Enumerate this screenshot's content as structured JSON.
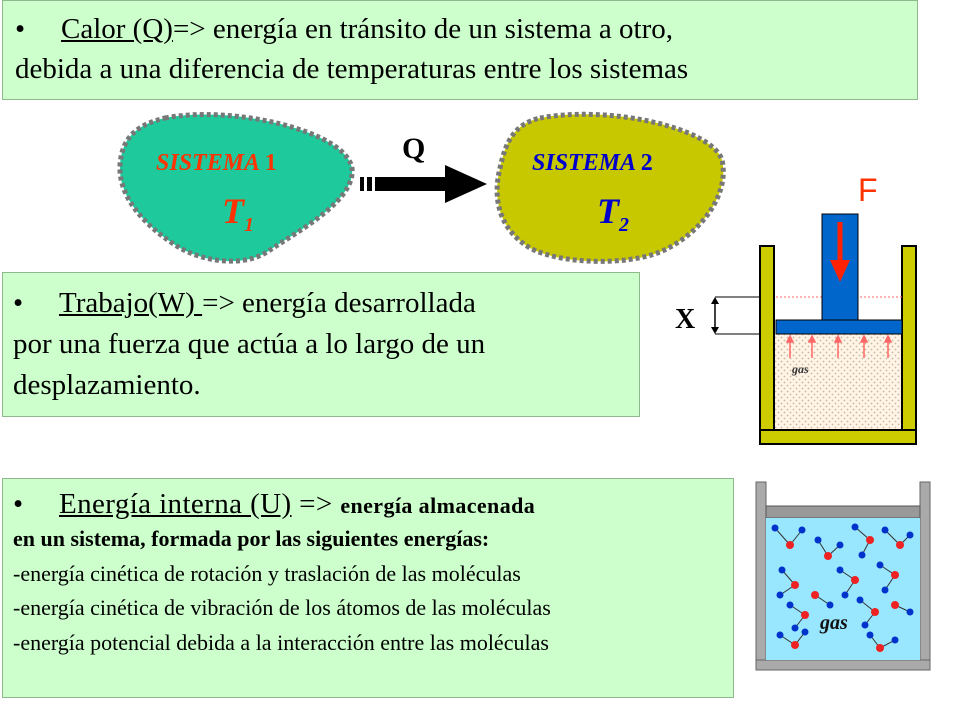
{
  "calor": {
    "bullet": "•",
    "term": "Calor (Q)",
    "rest": "=> energía en tránsito de un sistema a otro,",
    "line2": "debida a una diferencia de temperaturas entre los sistemas"
  },
  "diagram": {
    "sistema1_label": "SISTEMA",
    "sistema1_num": "1",
    "sistema1_temp": "T",
    "sistema1_sub": "1",
    "sistema2_label": "SISTEMA",
    "sistema2_num": "2",
    "sistema2_temp": "T",
    "sistema2_sub": "2",
    "q_label": "Q",
    "force_label": "F",
    "x_label": "X",
    "gas_label_piston": "gas",
    "gas_label_box": "gas",
    "colors": {
      "sistema1": "#1ec99c",
      "sistema2": "#c8c800",
      "label_red": "#ff3300",
      "piston_yellow": "#cccc00",
      "piston_blue": "#0066cc",
      "gas_blue": "#99e6ff"
    }
  },
  "trabajo": {
    "bullet": "•",
    "term": "Trabajo(W) ",
    "rest": "=> energía desarrollada",
    "line2": "por una fuerza que actúa a lo largo de un",
    "line3": "desplazamiento."
  },
  "energia": {
    "bullet": "•",
    "term": "Energía interna (U)",
    "arrow": " => ",
    "rest": "energía almacenada",
    "line2": "en un sistema, formada por las siguientes energías:",
    "items": [
      "-energía cinética de rotación y traslación de las moléculas",
      "-energía cinética de vibración de los átomos de las moléculas",
      "-energía potencial debida a la interacción entre las moléculas"
    ]
  }
}
